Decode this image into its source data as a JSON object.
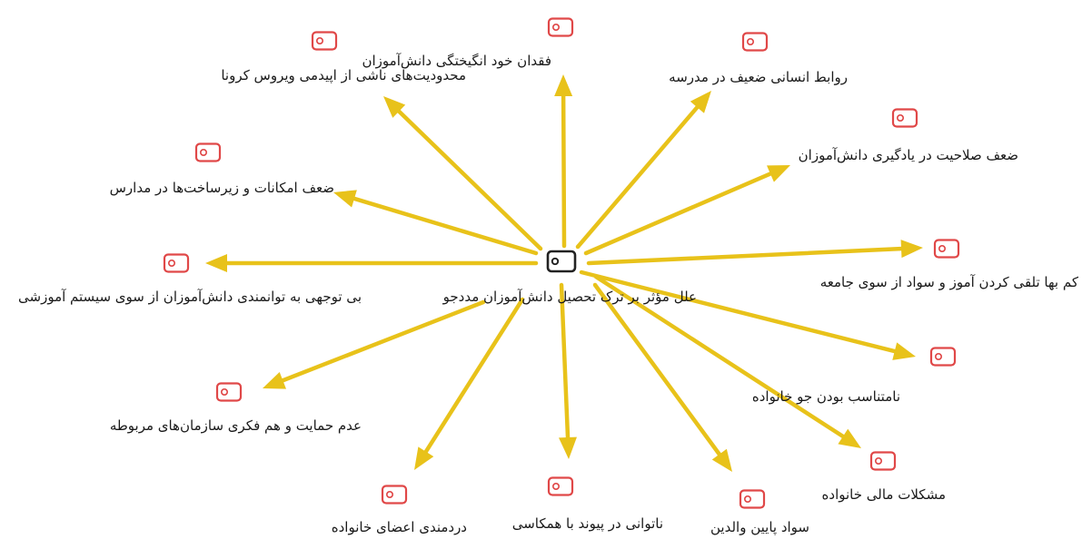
{
  "center": {
    "label": "علل مؤثر بر ترک تحصیل دانش‌آموزان مددجو",
    "icon": "tag-icon"
  },
  "arrow_color": "#E8C21A",
  "icon_color": "#E04848",
  "nodes": [
    {
      "id": "self-motivation",
      "label": "فقدان خود انگیختگی دانش‌آموزان",
      "icon": "tag-icon"
    },
    {
      "id": "human-relations",
      "label": "روابط انسانی ضعیف در مدرسه",
      "icon": "tag-icon"
    },
    {
      "id": "learning-competence",
      "label": "ضعف صلاحیت در یادگیری دانش‌آموزان",
      "icon": "tag-icon"
    },
    {
      "id": "literacy-devalued",
      "label": "کم بها تلقی کردن آموز و سواد از سوی جامعه",
      "icon": "tag-icon"
    },
    {
      "id": "family-atmosphere",
      "label": "نامتناسب بودن جو خانواده",
      "icon": "tag-icon"
    },
    {
      "id": "family-finance",
      "label": "مشکلات مالی خانواده",
      "icon": "tag-icon"
    },
    {
      "id": "parents-literacy",
      "label": "سواد پایین والدین",
      "icon": "tag-icon"
    },
    {
      "id": "peer-bonding",
      "label": "ناتوانی در پیوند با همکاسی",
      "icon": "tag-icon"
    },
    {
      "id": "family-illness",
      "label": "دردمندی اعضای خانواده",
      "icon": "tag-icon"
    },
    {
      "id": "org-support",
      "label": "عدم حمایت و هم فکری سازمان‌های مربوطه",
      "icon": "tag-icon"
    },
    {
      "id": "system-neglect",
      "label": "بی توجهی به توانمندی دانش‌آموزان از سوی سیستم آموزشی",
      "icon": "tag-icon"
    },
    {
      "id": "school-facilities",
      "label": "ضعف امکانات و زیرساخت‌ها در مدارس",
      "icon": "tag-icon"
    },
    {
      "id": "covid-limits",
      "label": "محدودیت‌های ناشی از اپیدمی ویروس کرونا",
      "icon": "tag-icon"
    }
  ]
}
